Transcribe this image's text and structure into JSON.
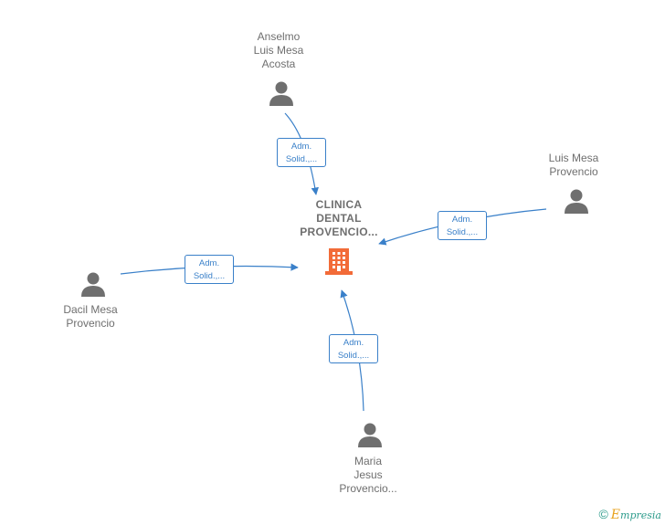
{
  "center": {
    "name": "CLINICA\nDENTAL\nPROVENCIO...",
    "icon": "building-icon",
    "color": "#f26b38"
  },
  "people": [
    {
      "id": "anselmo",
      "name": "Anselmo\nLuis Mesa\nAcosta",
      "relation_line1": "Adm.",
      "relation_line2": "Solid.,..."
    },
    {
      "id": "luis",
      "name": "Luis Mesa\nProvencio",
      "relation_line1": "Adm.",
      "relation_line2": "Solid.,..."
    },
    {
      "id": "dacil",
      "name": "Dacil Mesa\nProvencio",
      "relation_line1": "Adm.",
      "relation_line2": "Solid.,..."
    },
    {
      "id": "maria",
      "name": "Maria\nJesus\nProvencio...",
      "relation_line1": "Adm.",
      "relation_line2": "Solid.,..."
    }
  ],
  "colors": {
    "edge": "#3a80c9",
    "person_icon": "#6f6f6f",
    "label": "#6f6f6f"
  },
  "footer": {
    "copyright": "©",
    "brand_first": "E",
    "brand_rest": "mpresia"
  }
}
